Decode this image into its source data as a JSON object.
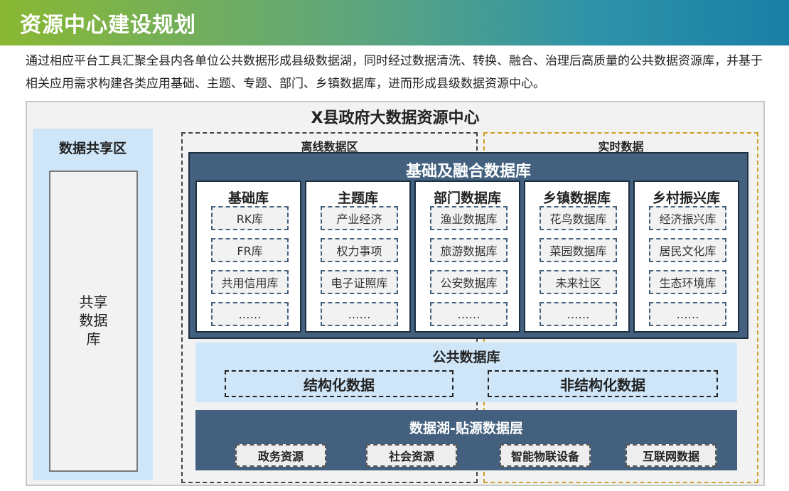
{
  "header": {
    "title": "资源中心建设规划"
  },
  "intro": "通过相应平台工具汇聚全县内各单位公共数据形成县级数据湖，同时经过数据清洗、转换、融合、治理后高质量的公共数据资源库，并基于相关应用需求构建各类应用基础、主题、专题、部门、乡镇数据库，进而形成县级数据资源中心。",
  "diagram": {
    "title": "X县政府大数据资源中心",
    "share_zone": {
      "title": "数据共享区",
      "db_label": [
        "共享",
        "数据",
        "库"
      ]
    },
    "offline_zone": {
      "label": "离线数据区"
    },
    "realtime_zone": {
      "label": "实时数据"
    },
    "fusion": {
      "title": "基础及融合数据库",
      "columns": [
        {
          "title": "基础库",
          "items": [
            "RK库",
            "FR库",
            "共用信用库",
            "……"
          ]
        },
        {
          "title": "主题库",
          "items": [
            "产业经济",
            "权力事项",
            "电子证照库",
            "……"
          ]
        },
        {
          "title": "部门数据库",
          "items": [
            "渔业数据库",
            "旅游数据库",
            "公安数据库",
            "……"
          ]
        },
        {
          "title": "乡镇数据库",
          "items": [
            "花鸟数据库",
            "菜园数据库",
            "未来社区",
            "……"
          ]
        },
        {
          "title": "乡村振兴库",
          "items": [
            "经济振兴库",
            "居民文化库",
            "生态环境库",
            "……"
          ]
        }
      ]
    },
    "public": {
      "title": "公共数据库",
      "items": [
        "结构化数据",
        "非结构化数据"
      ]
    },
    "lake": {
      "title": "数据湖-贴源数据层",
      "items": [
        "政务资源",
        "社会资源",
        "智能物联设备",
        "互联网数据"
      ]
    }
  }
}
